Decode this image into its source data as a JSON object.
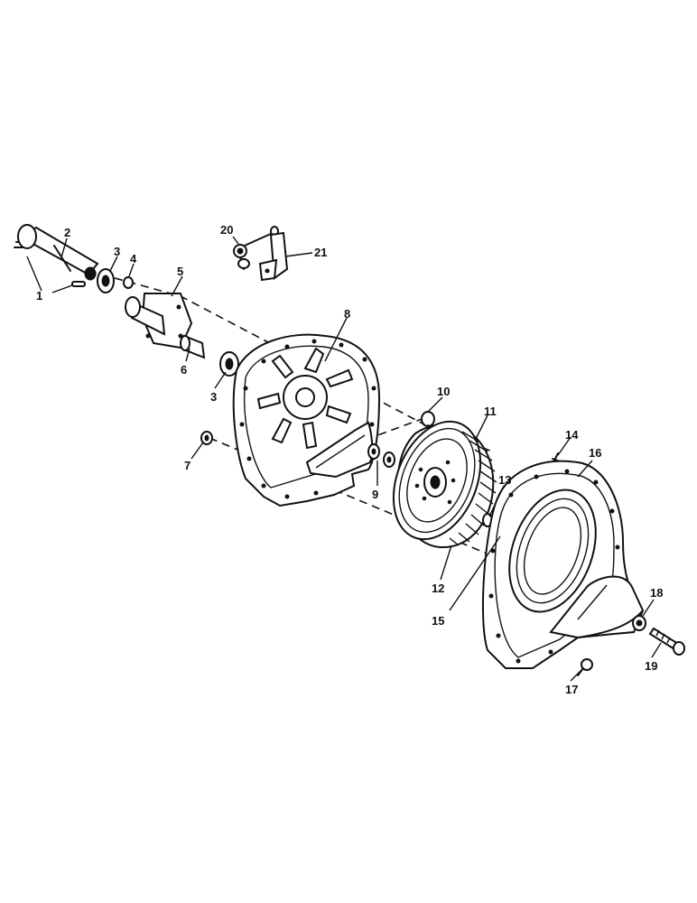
{
  "callouts": {
    "c1": "1",
    "c2": "2",
    "c3a": "3",
    "c3b": "3",
    "c4": "4",
    "c5": "5",
    "c6": "6",
    "c7": "7",
    "c8": "8",
    "c9": "9",
    "c10": "10",
    "c11": "11",
    "c12": "12",
    "c13": "13",
    "c14": "14",
    "c15": "15",
    "c16": "16",
    "c17": "17",
    "c18": "18",
    "c19": "19",
    "c20": "20",
    "c21": "21"
  }
}
